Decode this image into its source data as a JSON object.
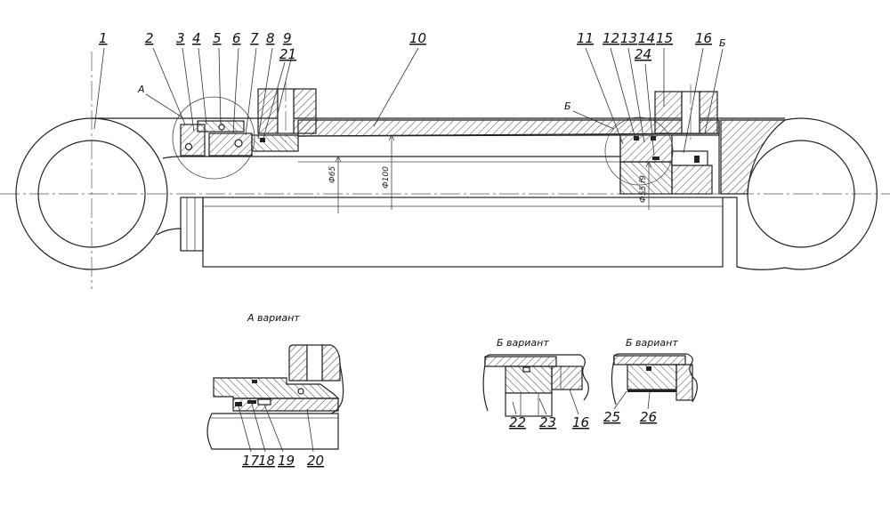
{
  "main_view": {
    "part_numbers": [
      "1",
      "2",
      "3",
      "4",
      "5",
      "6",
      "7",
      "8",
      "9",
      "21",
      "10",
      "11",
      "12",
      "13",
      "14",
      "24",
      "15",
      "16"
    ],
    "view_marks": [
      "А",
      "Б",
      "Б"
    ],
    "dimensions": [
      "Ф65",
      "Ф100",
      "Ф55 f9"
    ]
  },
  "detail_a": {
    "caption": "А вариант",
    "part_numbers": [
      "17",
      "18",
      "19",
      "20"
    ]
  },
  "detail_b1": {
    "caption": "Б вариант",
    "part_numbers": [
      "22",
      "23",
      "16"
    ]
  },
  "detail_b2": {
    "caption": "Б вариант",
    "part_numbers": [
      "25",
      "26"
    ]
  }
}
